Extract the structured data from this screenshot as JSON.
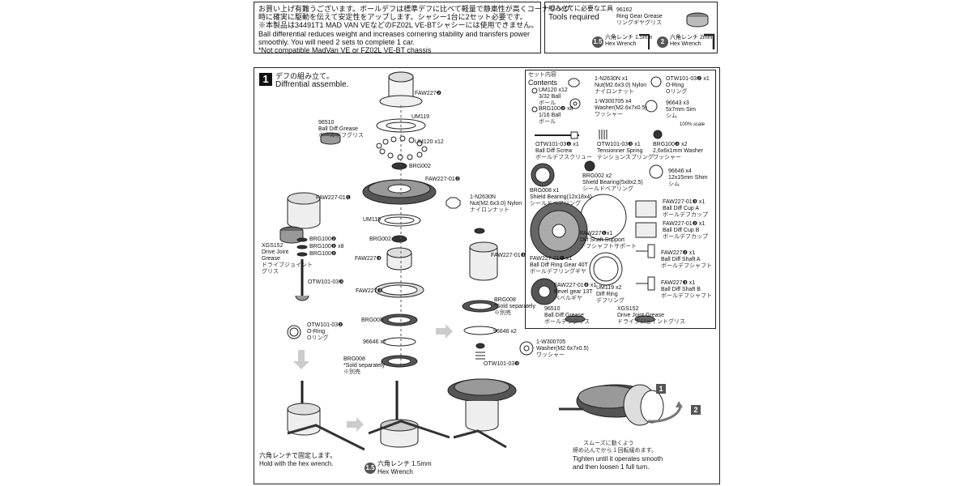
{
  "intro": {
    "lines": [
      "お買い上げ有難うございます。ボールデフは標準デフに比べて軽量で静粛性が高くコーナリング",
      "時に確実に駆動を伝えて安定性をアップします。シャシー1台に2セット必要です。",
      "※本製品は34491T1 MAD VAN VEなどのFZ02L VE-BTシャシーには使用できません。",
      "Ball differential reduces weight and increases cornering stability and transfers power",
      "smoothly. You will need 2 sets to complete 1 car.",
      "*Not compatible MadVan VE or FZ02L VE-BT chassis"
    ]
  },
  "tools": {
    "title_ja": "組み立てに必要な工具",
    "title_en": "Tools required",
    "grease_code": "96162",
    "grease_en": "Ring Gear Grease",
    "grease_ja": "リングギヤグリス",
    "hex1_badge": "1.5",
    "hex1_ja": "六角レンチ 1.5mm",
    "hex1_en": "Hex Wrench",
    "hex2_badge": "2",
    "hex2_ja": "六角レンチ 2mm",
    "hex2_en": "Hex Wrench"
  },
  "step": {
    "number": "1",
    "title_ja": "デフの組み立て。",
    "title_en": "Diffrential assemble."
  },
  "left_col": {
    "grease": [
      "96510",
      "Ball Diff.Grease",
      "ボールデフグリス"
    ],
    "faw": "FAW227-01❶",
    "xgs": [
      "XGS152",
      "Drive Joint",
      "Grease",
      "ドライブジョイント",
      "グリス"
    ],
    "brg1": "BRG100❷",
    "brg2": "BRG100❷ x8",
    "brg3": "BRG100❷",
    "otw1": "OTW101-03❸",
    "otw2": [
      "OTW101-03❷",
      "O-Ring",
      "Oリング"
    ],
    "hold_ja": "六角レンチで固定します。",
    "hold_en": "Hold with the hex wrench."
  },
  "mid_col": {
    "faw_top": "FAW227❷",
    "um119a": "UM119",
    "um120": "UM120 x12",
    "brg002": "BRG002",
    "faw_gear": "FAW227-01❷",
    "um119b": "UM119",
    "brg002b": "BRG002",
    "faw_b": "FAW227❸",
    "faw_c": "FAW227❸",
    "brg008": "BRG008",
    "sim": "96646 x2",
    "brg008b": [
      "BRG008",
      "*Sold separately",
      "※別売"
    ],
    "wrench_badge": "1.5",
    "wrench_ja": "六角レンチ 1.5mm",
    "wrench_en": "Hex Wrench"
  },
  "right_col": {
    "nut": [
      "1-N2630N",
      "Nut(M2.6x3.0) Nylon",
      "ナイロンナット"
    ],
    "faw": "FAW227-01❸",
    "brg008": [
      "BRG008",
      "*Sold separately",
      "※別売"
    ],
    "sim": "96646 x2",
    "washer": [
      "1-W300705",
      "Washer(M2.6x7x0.5)",
      "ワッシャー"
    ],
    "otw": "OTW101-03❸"
  },
  "contents": {
    "title_ja": "セット内容",
    "title_en": "Contents",
    "scale": "100% scale",
    "items": [
      [
        "UM120 x12",
        "3/32 Ball",
        "ボール"
      ],
      [
        "BRG100❷ x8",
        "1/16 Ball",
        "ボール"
      ],
      [
        "1-N2630N x1",
        "Nut(M2.6x3.0) Nylon",
        "ナイロンナット"
      ],
      [
        "1-W300705 x4",
        "Washer(M2.6x7x0.5)",
        "ワッシャー"
      ],
      [
        "OTW101-03❷ x1",
        "O-Ring",
        "Oリング"
      ],
      [
        "96643 x3",
        "5x7mm Sim",
        "シム"
      ],
      [
        "OTW101-03❶ x1",
        "Ball Diff Screw",
        "ボールデフスクリュー"
      ],
      [
        "OTW101-03❸ x1",
        "Tensionner Spring",
        "テンションスプリング"
      ],
      [
        "BRG100❸ x2",
        "2,6x6x1mm Washer",
        "ワッシャー"
      ],
      [
        "BRG008 x1",
        "Shield Bearing(12x18x4)",
        "シールドベアリング"
      ],
      [
        "BRG002 x2",
        "Shield Bearing(5x8x2,5)",
        "シールドベアリング"
      ],
      [
        "96646 x4",
        "12x15mm Shim",
        "シム"
      ],
      [
        "FAW227❶x1",
        "Diff Shaft Support",
        "デフシャフトサポート"
      ],
      [
        "FAW227-01❸ x1",
        "Ball Diff Cup A",
        "ボールデフカップ"
      ],
      [
        "FAW227-01❷ x1",
        "Ball Diff Cup B",
        "ボールデフカップ"
      ],
      [
        "FAW227-01❶ x1",
        "Ball Diff Ring Gear 40T",
        "ボールデフリングギヤ"
      ],
      [
        "FAW227❷ x1",
        "Ball Diff Shaft A",
        "ボールデフシャフト"
      ],
      [
        "FAW227-01❹ x1",
        "Bevel gear 13T",
        "ベベルギヤ"
      ],
      [
        "UM119 x2",
        "Diff Ring",
        "デフリング"
      ],
      [
        "FAW227❸ x1",
        "Ball Diff Shaft B",
        "ボールデフシャフト"
      ],
      [
        "96510",
        "Ball Diff.Grease",
        "ボールデフグリス"
      ],
      [
        "XGS152",
        "Drive Joint Grease",
        "ドライブジョイントグリス"
      ]
    ]
  },
  "tighten": {
    "badge1": "1",
    "badge2": "2",
    "ja1": "スムーズに動くよう",
    "ja2": "締め込んでから１回転緩めます。",
    "en1": "Tighten until it operates smooth",
    "en2": "and then loosen 1 full turn."
  }
}
